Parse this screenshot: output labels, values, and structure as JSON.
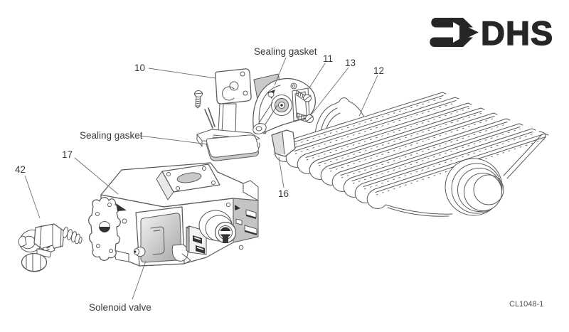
{
  "brand": {
    "logo_text": "DHS",
    "logo_mark": "arrow-right-icon"
  },
  "drawing_number": "CL1048-1",
  "callouts": {
    "part_10": "10",
    "part_11": "11",
    "part_12": "12",
    "part_13": "13",
    "part_16": "16",
    "part_17": "17",
    "part_42": "42",
    "sealing_gasket_upper": "Sealing gasket",
    "sealing_gasket_lower": "Sealing gasket",
    "solenoid_valve": "Solenoid valve"
  },
  "colors": {
    "line": "#5a5a5a",
    "label_ink": "#3a3a3a",
    "shade": "#c9c9c9",
    "panel": "#c4c4c4",
    "logo_ink": "#262626",
    "background": "#ffffff"
  }
}
